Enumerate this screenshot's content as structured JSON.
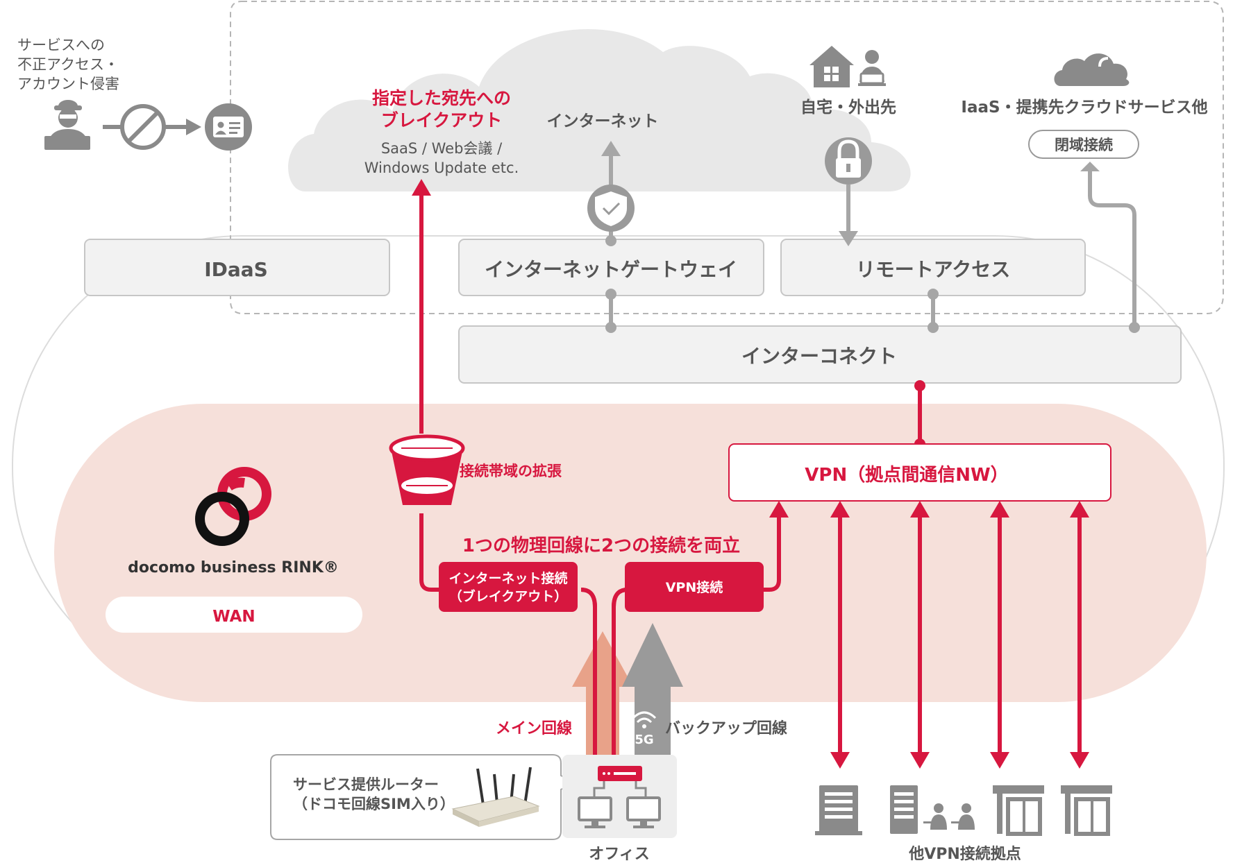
{
  "colors": {
    "red": "#d7173f",
    "gray_box": "#f2f2f2",
    "gray_line": "#a6a6a6",
    "pink_area": "#f6e0da",
    "text_gray": "#555555"
  },
  "threat": {
    "label_lines": [
      "サービスへの",
      "不正アクセス・",
      "アカウント侵害"
    ],
    "icons": [
      "hacker-icon",
      "prohibited-icon",
      "id-card-icon"
    ]
  },
  "cloud_area": {
    "breakout_title_lines": [
      "指定した宛先への",
      "ブレイクアウト"
    ],
    "breakout_sub_lines": [
      "SaaS / Web会議 /",
      "Windows Update etc."
    ],
    "internet_label": "インターネット",
    "home_label": "自宅・外出先",
    "iaas_label": "IaaS・提携先クラウドサービス他",
    "closed_label": "閉域接続"
  },
  "services": {
    "idaas": "IDaaS",
    "gateway": "インターネットゲートウェイ",
    "remote": "リモートアクセス",
    "interconnect": "インターコネクト"
  },
  "wan": {
    "brand": "docomo business RINK®",
    "wan_label": "WAN",
    "vpn_box": "VPN（拠点間通信NW）",
    "bandwidth": "接続帯域の拡張",
    "dual": "1つの物理回線に2つの接続を両立",
    "inet_conn_lines": [
      "インターネット接続",
      "（ブレイクアウト）"
    ],
    "vpn_conn": "VPN接続"
  },
  "office": {
    "main_line": "メイン回線",
    "backup_line": "バックアップ回線",
    "badge_5g": "5G",
    "router_lines": [
      "サービス提供ルーター",
      "（ドコモ回線SIM入り）"
    ],
    "office_label": "オフィス",
    "other_sites": "他VPN接続拠点"
  }
}
